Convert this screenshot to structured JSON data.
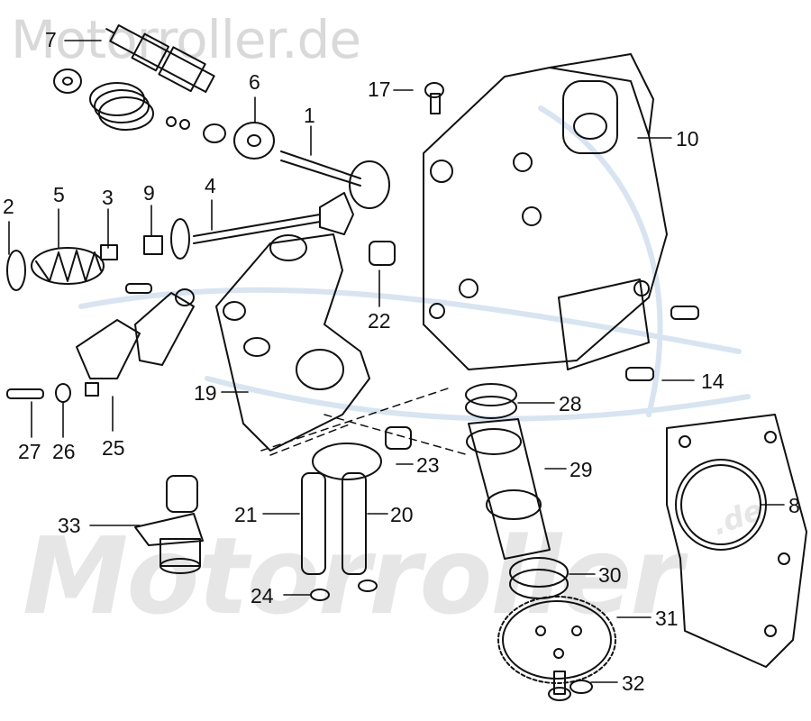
{
  "watermarks": {
    "top": "Motorroller.de",
    "center": "Motorroller",
    "corner": ".de"
  },
  "callouts": {
    "p1": "1",
    "p2": "2",
    "p3": "3",
    "p4": "4",
    "p5": "5",
    "p6": "6",
    "p7": "7",
    "p8": "8",
    "p9": "9",
    "p10": "10",
    "p14": "14",
    "p17": "17",
    "p19": "19",
    "p20": "20",
    "p21": "21",
    "p22": "22",
    "p23": "23",
    "p24": "24",
    "p25": "25",
    "p26": "26",
    "p27": "27",
    "p28": "28",
    "p29": "29",
    "p30": "30",
    "p31": "31",
    "p32": "32",
    "p33": "33"
  },
  "colors": {
    "line": "#111111",
    "watermark": "#d9d9d9",
    "watermark_blue": "#c7d9ec"
  }
}
